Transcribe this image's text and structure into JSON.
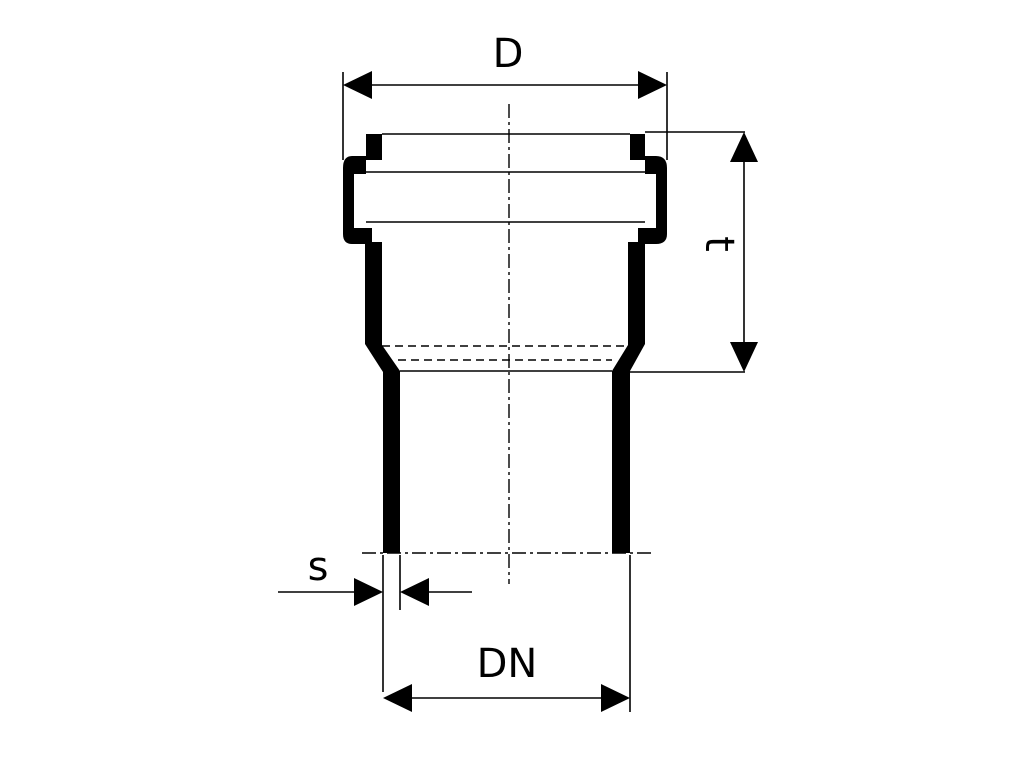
{
  "labels": {
    "outer_diameter": "D",
    "socket_depth": "t",
    "wall_thickness": "s",
    "nominal_diameter": "DN"
  },
  "colors": {
    "line": "#000000",
    "background": "#ffffff"
  }
}
